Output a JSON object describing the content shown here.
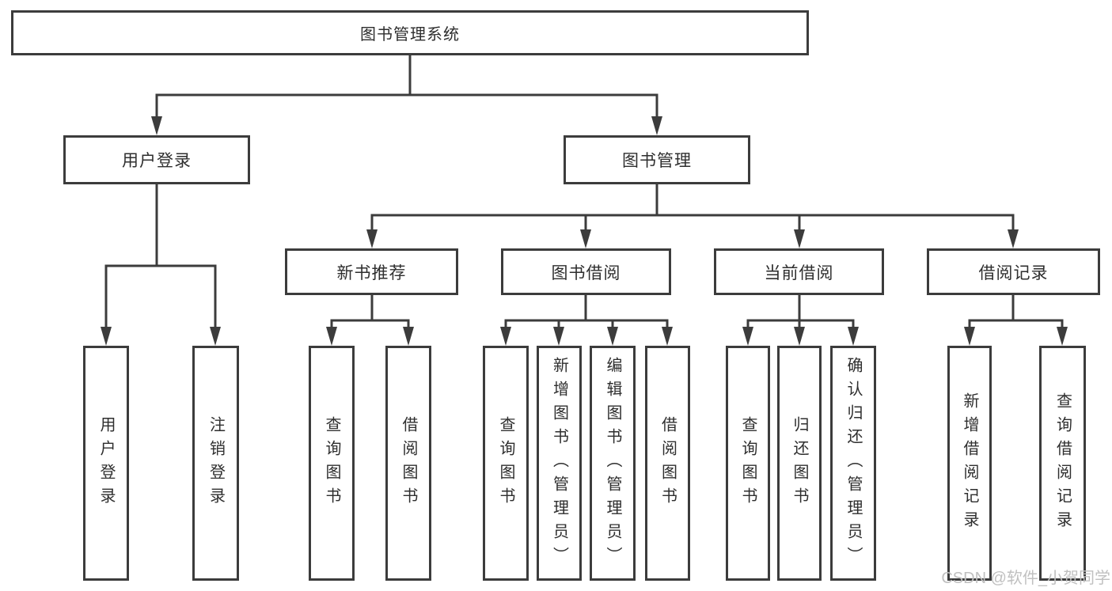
{
  "watermark": "CSDN @软件_小贺同学",
  "colors": {
    "line": "#3c3c3c",
    "box_border": "#3c3c3c",
    "text": "#2e2e2e",
    "watermark_text": "#c0c0c0",
    "background": "#ffffff"
  },
  "nodes": {
    "root": "图书管理系统",
    "user_login": "用户登录",
    "book_mgmt": "图书管理",
    "new_book": "新书推荐",
    "book_borrow": "图书借阅",
    "current_borrow": "当前借阅",
    "borrow_record": "借阅记录",
    "leaves": {
      "user_login": [
        "用户登录",
        "注销登录"
      ],
      "new_book": [
        "查询图书",
        "借阅图书"
      ],
      "book_borrow": [
        "查询图书",
        "新增图书（管理员）",
        "编辑图书（管理员）",
        "借阅图书"
      ],
      "current_borrow": [
        "查询图书",
        "归还图书",
        "确认归还（管理员）"
      ],
      "borrow_record": [
        "新增借阅记录",
        "查询借阅记录"
      ]
    }
  }
}
